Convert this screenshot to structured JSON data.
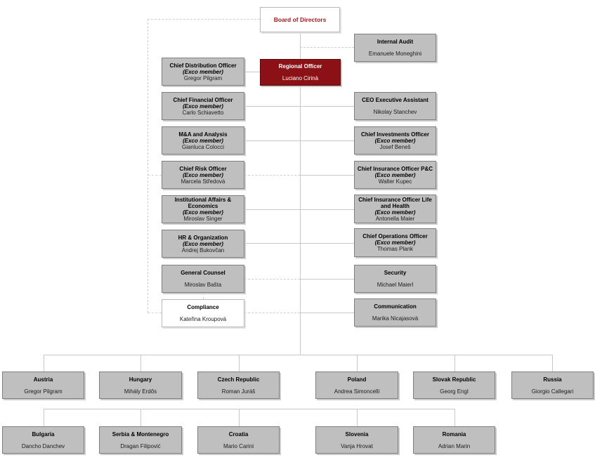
{
  "colors": {
    "maroon_box": "#8C1116",
    "red_title_text": "#9E1B1E",
    "gray_box": "#BFBFBF",
    "gray_border": "#7F7F7F",
    "connector": "#C8C8C8"
  },
  "root": {
    "label": "Board of Directors"
  },
  "regional_officer": {
    "title": "Regional Officer",
    "name": "Luciano Cirinà"
  },
  "left_column": [
    {
      "title": "Chief Distribution Officer",
      "exco": "(Exco member)",
      "name": "Gregor Pilgram"
    },
    {
      "title": "Chief Financial Officer",
      "exco": "(Exco member)",
      "name": "Carlo Schiavetto"
    },
    {
      "title": "M&A and Analysis",
      "exco": "(Exco member)",
      "name": "Gianluca Colocci"
    },
    {
      "title": "Chief Risk Officer",
      "exco": "(Exco member)",
      "name": "Marcela Středová"
    },
    {
      "title": "Institutional Affairs & Economics",
      "exco": "(Exco member)",
      "name": "Miroslav Singer"
    },
    {
      "title": "HR & Organization",
      "exco": "(Exco member)",
      "name": "Andrej Bukovčan"
    },
    {
      "title": "General Counsel",
      "name": "Miroslav Bašta"
    },
    {
      "title": "Compliance",
      "name": "Kateřina Kroupová"
    }
  ],
  "right_column": [
    {
      "title": "Internal Audit",
      "name": "Emanuele Moneghini"
    },
    {
      "title": "CEO Executive Assistant",
      "name": "Nikolay Stanchev"
    },
    {
      "title": "Chief Investments Officer",
      "exco": "(Exco member)",
      "name": "Josef Beneš"
    },
    {
      "title": "Chief Insurance Officer P&C",
      "exco": "(Exco member)",
      "name": "Walter Kupec"
    },
    {
      "title": "Chief Insurance Officer Life and Health",
      "exco": "(Exco member)",
      "name": "Antonella Maier"
    },
    {
      "title": "Chief Operations Officer",
      "exco": "(Exco member)",
      "name": "Thomas Plank"
    },
    {
      "title": "Security",
      "name": "Michael Maierl"
    },
    {
      "title": "Communication",
      "name": "Marika Nicajasová"
    }
  ],
  "countries_row1": [
    {
      "title": "Austria",
      "name": "Gregor Pilgram"
    },
    {
      "title": "Hungary",
      "name": "Mihály Erdős"
    },
    {
      "title": "Czech Republic",
      "name": "Roman Juráš"
    },
    {
      "title": "Poland",
      "name": "Andrea Simoncelli"
    },
    {
      "title": "Slovak Republic",
      "name": "Georg Engl"
    },
    {
      "title": "Russia",
      "name": "Giorgio Callegari"
    }
  ],
  "countries_row2": [
    {
      "title": "Bulgaria",
      "name": "Dancho Danchev"
    },
    {
      "title": "Serbia & Montenegro",
      "name": "Dragan Filipović"
    },
    {
      "title": "Croatia",
      "name": "Mario Carini"
    },
    {
      "title": "Slovenia",
      "name": "Vanja Hrovat"
    },
    {
      "title": "Romania",
      "name": "Adrian Marin"
    }
  ]
}
